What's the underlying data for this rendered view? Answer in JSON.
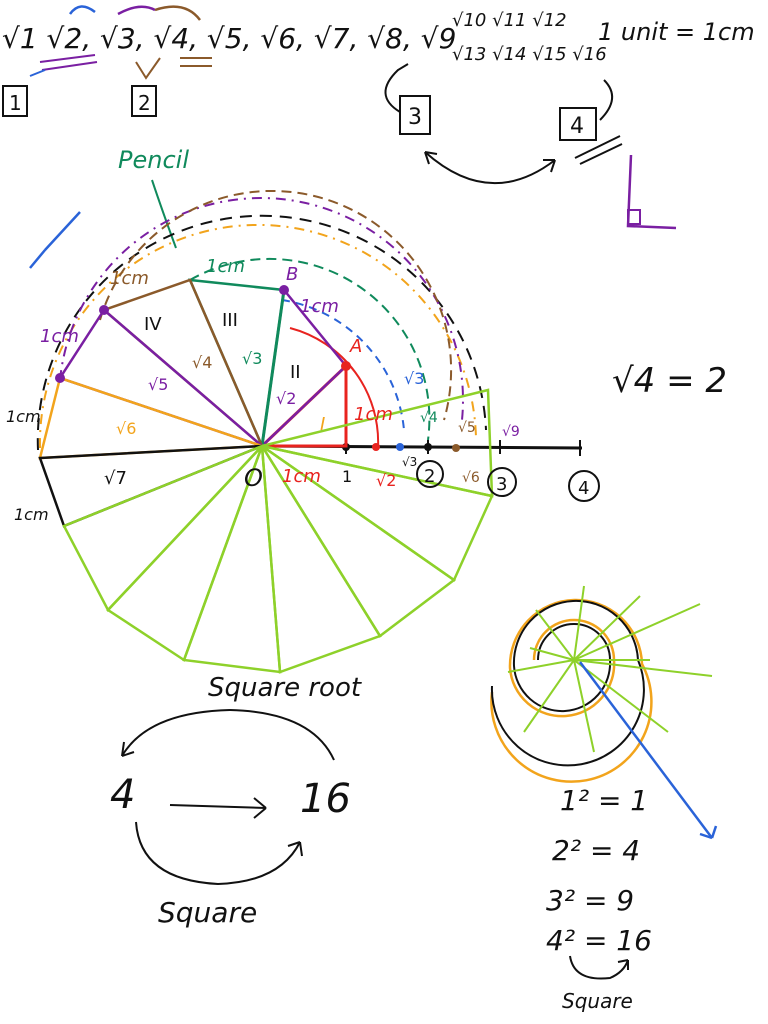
{
  "header": {
    "sequence": "√1  √2, √3, √4, √5, √6, √7, √8, √9",
    "extra_roots_top": "√10 √11 √12",
    "extra_roots_bottom": "√13 √14 √15  √16",
    "unit": "1 unit = 1cm",
    "box_labels": [
      "1",
      "2",
      "3",
      "4"
    ]
  },
  "spiral": {
    "pencil": "Pencil",
    "origin": "O",
    "unit_labels": [
      "1cm",
      "1cm",
      "1cm",
      "1cm",
      "1cm",
      "1cm",
      "1cm",
      "1cm"
    ],
    "point_labels": [
      "A",
      "B"
    ],
    "roman": [
      "I",
      "II",
      "III",
      "IV"
    ],
    "hyp_labels": [
      "√2",
      "√3",
      "√4",
      "√5",
      "√6",
      "√7"
    ],
    "axis_roots": [
      "√2",
      "√3",
      "√4",
      "√5",
      "√6",
      "√9",
      "√3"
    ],
    "axis_marks": [
      "1",
      "2",
      "3",
      "4"
    ]
  },
  "equation": "√4 = 2",
  "relation": {
    "top": "Square root",
    "left": "4",
    "right": "16",
    "bottom": "Square"
  },
  "powers": [
    "1² = 1",
    "2² = 4",
    "3² = 9",
    "4² = 16"
  ],
  "powers_caption": "Square",
  "colors": {
    "ink": "#111111",
    "red": "#e8231f",
    "purple": "#7a1fa2",
    "teal": "#108a5c",
    "brown": "#8b5a2b",
    "orange": "#f2a41c",
    "lime": "#8ed12a",
    "blue": "#2a63d8"
  }
}
